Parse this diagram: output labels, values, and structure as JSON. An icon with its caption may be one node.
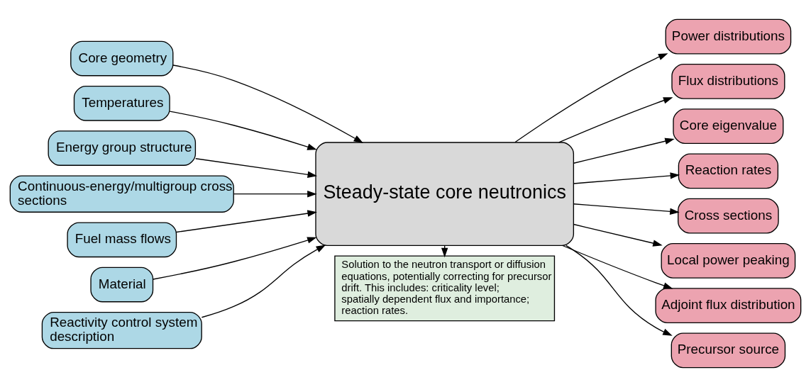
{
  "diagram": {
    "nodes": [
      {
        "text": [
          "Core geometry"
        ]
      },
      {
        "text": [
          "Temperatures"
        ]
      },
      {
        "text": [
          "Energy group structure"
        ]
      },
      {
        "text": [
          "Continuous-energy/multigroup cross sections"
        ]
      },
      {
        "text": [
          "Fuel mass flows"
        ]
      },
      {
        "text": [
          "Material"
        ]
      },
      {
        "text": [
          "Reactivity control system description"
        ]
      },
      {
        "text": [
          "Steady-state core neutronics"
        ]
      },
      {
        "text": [
          "Solution to the neutron transport or diffusion equations, potentially correcting for precursor drift. This includes: criticality level; spatially dependent flux and importance; reaction rates."
        ]
      },
      {
        "text": [
          "Power distributions"
        ]
      },
      {
        "text": [
          "Flux distributions"
        ]
      },
      {
        "text": [
          "Core eigenvalue"
        ]
      },
      {
        "text": [
          "Reaction rates"
        ]
      },
      {
        "text": [
          "Cross sections"
        ]
      },
      {
        "text": [
          "Local power peaking"
        ]
      },
      {
        "text": [
          "Adjoint flux distribution"
        ]
      },
      {
        "text": [
          "Precursor source"
        ]
      }
    ],
    "edges": [
      {
        "from": 0,
        "to": 7,
        "arrow": "to"
      },
      {
        "from": 1,
        "to": 7,
        "arrow": "to"
      },
      {
        "from": 2,
        "to": 7,
        "arrow": "to"
      },
      {
        "from": 3,
        "to": 7,
        "arrow": "to"
      },
      {
        "from": 4,
        "to": 7,
        "arrow": "to"
      },
      {
        "from": 5,
        "to": 7,
        "arrow": "to"
      },
      {
        "from": 6,
        "to": 7,
        "arrow": "to"
      },
      {
        "from": 7,
        "to": 8,
        "arrow": "to"
      },
      {
        "from": 7,
        "to": 9,
        "arrow": "to"
      },
      {
        "from": 7,
        "to": 10,
        "arrow": "to"
      },
      {
        "from": 7,
        "to": 11,
        "arrow": "to"
      },
      {
        "from": 7,
        "to": 12,
        "arrow": "to"
      },
      {
        "from": 7,
        "to": 13,
        "arrow": "to"
      },
      {
        "from": 7,
        "to": 14,
        "arrow": "to"
      },
      {
        "from": 7,
        "to": 15,
        "arrow": "to"
      },
      {
        "from": 7,
        "to": 16,
        "arrow": "to"
      }
    ]
  }
}
